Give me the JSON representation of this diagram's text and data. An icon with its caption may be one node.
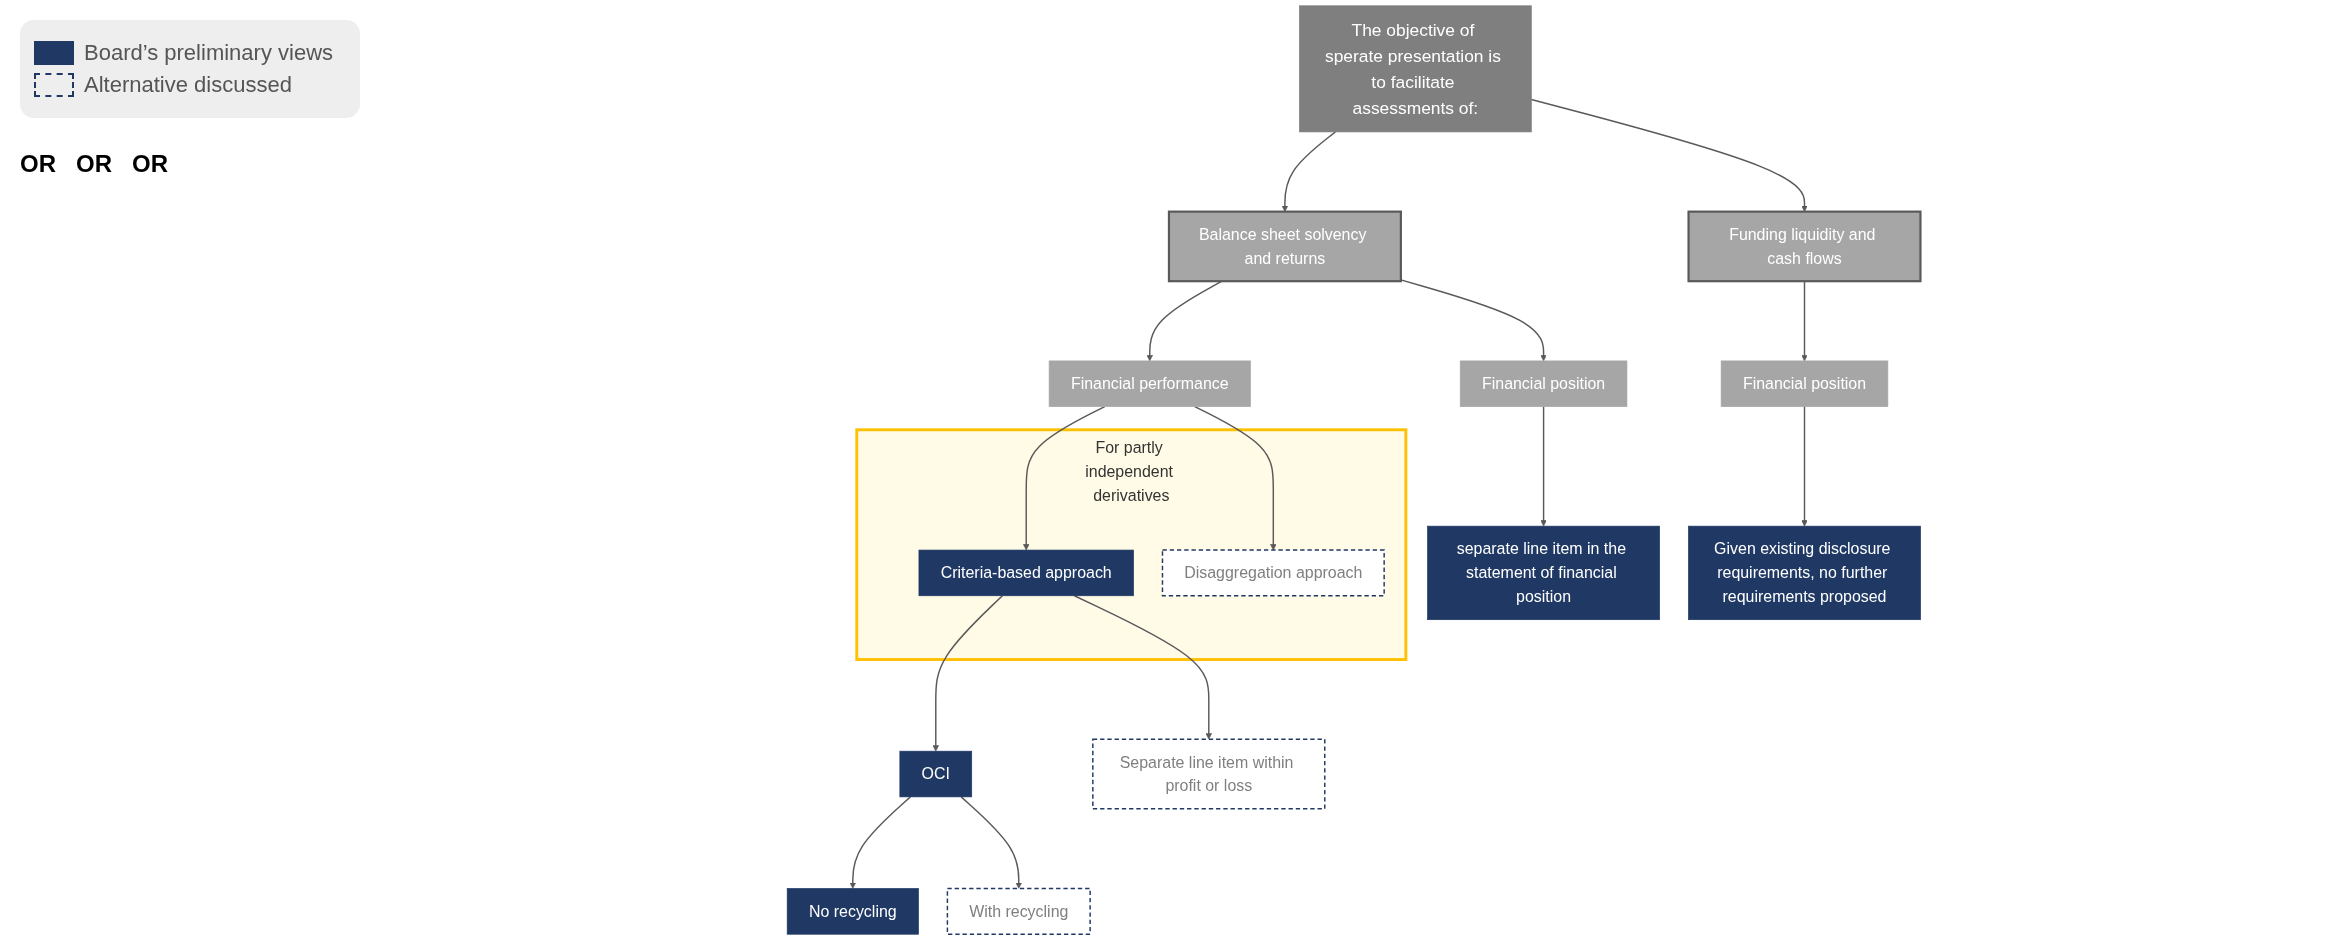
{
  "diagram": {
    "nodes": [
      {
        "text": [
          "The objective of sperate presentation is to facilitate assessments of:"
        ]
      },
      {
        "text": [
          "Balance sheet solvency and returns"
        ]
      },
      {
        "text": [
          "Funding liquidity and cash flows"
        ]
      },
      {
        "text": [
          "Financial position"
        ]
      },
      {
        "text": [
          "Financial performance"
        ]
      },
      {
        "text": [
          "Financial position"
        ]
      },
      {
        "text": [
          "separate line item in the statement of financial position"
        ]
      },
      {
        "text": [
          "For partly independent derivatives"
        ]
      },
      {
        "text": [
          "Criteria-based approach"
        ],
        "in": 7
      },
      {
        "text": [
          "Disaggregation approach"
        ],
        "in": 7
      },
      {
        "text": [
          "Given existing disclosure requirements, no further requirements proposed"
        ]
      },
      {
        "text": [
          "OCI"
        ]
      },
      {
        "text": [
          "Separate line item within profit or loss"
        ]
      },
      {
        "text": [
          "No recycling"
        ]
      },
      {
        "text": [
          "With recycling"
        ]
      }
    ],
    "edges": [
      {
        "from": 0,
        "to": 1,
        "arrow": "to"
      },
      {
        "from": 0,
        "to": 2,
        "arrow": "to"
      },
      {
        "from": 1,
        "to": 3,
        "arrow": "to"
      },
      {
        "from": 1,
        "to": 4,
        "arrow": "to"
      },
      {
        "from": 2,
        "to": 5,
        "arrow": "to"
      },
      {
        "from": 3,
        "to": 6,
        "arrow": "to"
      },
      {
        "from": 5,
        "to": 10,
        "arrow": "to"
      },
      {
        "from": 4,
        "to": 8,
        "arrow": "to"
      },
      {
        "from": 4,
        "to": 9,
        "arrow": "to"
      },
      {
        "from": 8,
        "to": 11,
        "arrow": "to"
      },
      {
        "from": 8,
        "to": 12,
        "arrow": "to"
      },
      {
        "from": 11,
        "to": 13,
        "arrow": "to"
      },
      {
        "from": 11,
        "to": 14,
        "arrow": "to"
      }
    ],
    "labels": [
      "OR",
      "OR",
      "OR"
    ],
    "legend": [
      {
        "text": "Board’s preliminary views",
        "color": "#1f3864"
      },
      {
        "text": "Alternative discussed"
      }
    ]
  }
}
